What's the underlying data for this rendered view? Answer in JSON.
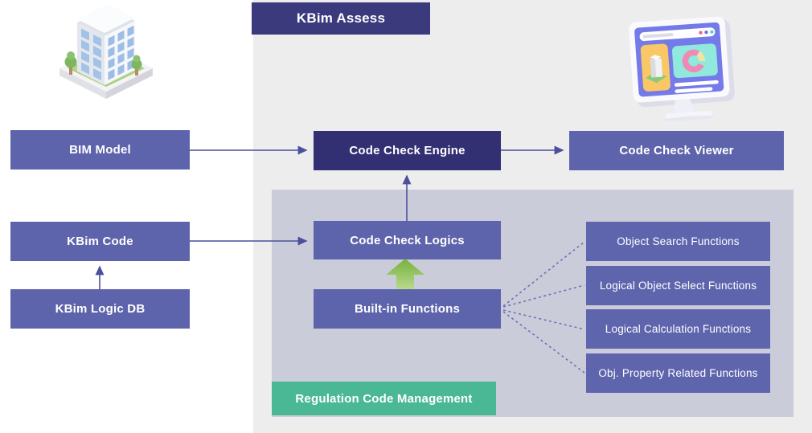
{
  "header": {
    "title": "KBim Assess"
  },
  "nodes": {
    "bim_model": "BIM Model",
    "kbim_code": "KBim Code",
    "kbim_logic_db": "KBim Logic DB",
    "code_check_engine": "Code Check Engine",
    "code_check_logics": "Code Check Logics",
    "built_in_functions": "Built-in Functions",
    "code_check_viewer": "Code Check Viewer",
    "regulation_code_management": "Regulation Code Management"
  },
  "function_boxes": [
    "Object Search Functions",
    "Logical Object Select Functions",
    "Logical Calculation Functions",
    "Obj. Property Related Functions"
  ],
  "edges": [
    {
      "from": "BIM Model",
      "to": "Code Check Engine",
      "style": "solid-arrow"
    },
    {
      "from": "Code Check Engine",
      "to": "Code Check Viewer",
      "style": "solid-arrow"
    },
    {
      "from": "KBim Code",
      "to": "Code Check Logics",
      "style": "solid-arrow"
    },
    {
      "from": "KBim Logic DB",
      "to": "KBim Code",
      "style": "solid-arrow"
    },
    {
      "from": "Code Check Logics",
      "to": "Code Check Engine",
      "style": "solid-arrow"
    },
    {
      "from": "Built-in Functions",
      "to": "Code Check Logics",
      "style": "green-block-arrow"
    },
    {
      "from": "Built-in Functions",
      "to": "Object Search Functions",
      "style": "dashed"
    },
    {
      "from": "Built-in Functions",
      "to": "Logical Object Select Functions",
      "style": "dashed"
    },
    {
      "from": "Built-in Functions",
      "to": "Logical Calculation Functions",
      "style": "dashed"
    },
    {
      "from": "Built-in Functions",
      "to": "Obj. Property Related Functions",
      "style": "dashed"
    }
  ],
  "icons": {
    "building": "isometric-building-illustration",
    "monitor": "monitor-dashboard-illustration"
  },
  "colors": {
    "outer_panel": "#ededee",
    "inner_panel": "#cbccd9",
    "box_purple": "#5e64ab",
    "box_dark": "#322f73",
    "header_purple": "#3b3a7d",
    "green_box": "#4ab795",
    "green_arrow": "#7cb342",
    "arrow_line": "#4c4f9e",
    "dashed_line": "#6d72b8",
    "text": "#ffffff"
  }
}
